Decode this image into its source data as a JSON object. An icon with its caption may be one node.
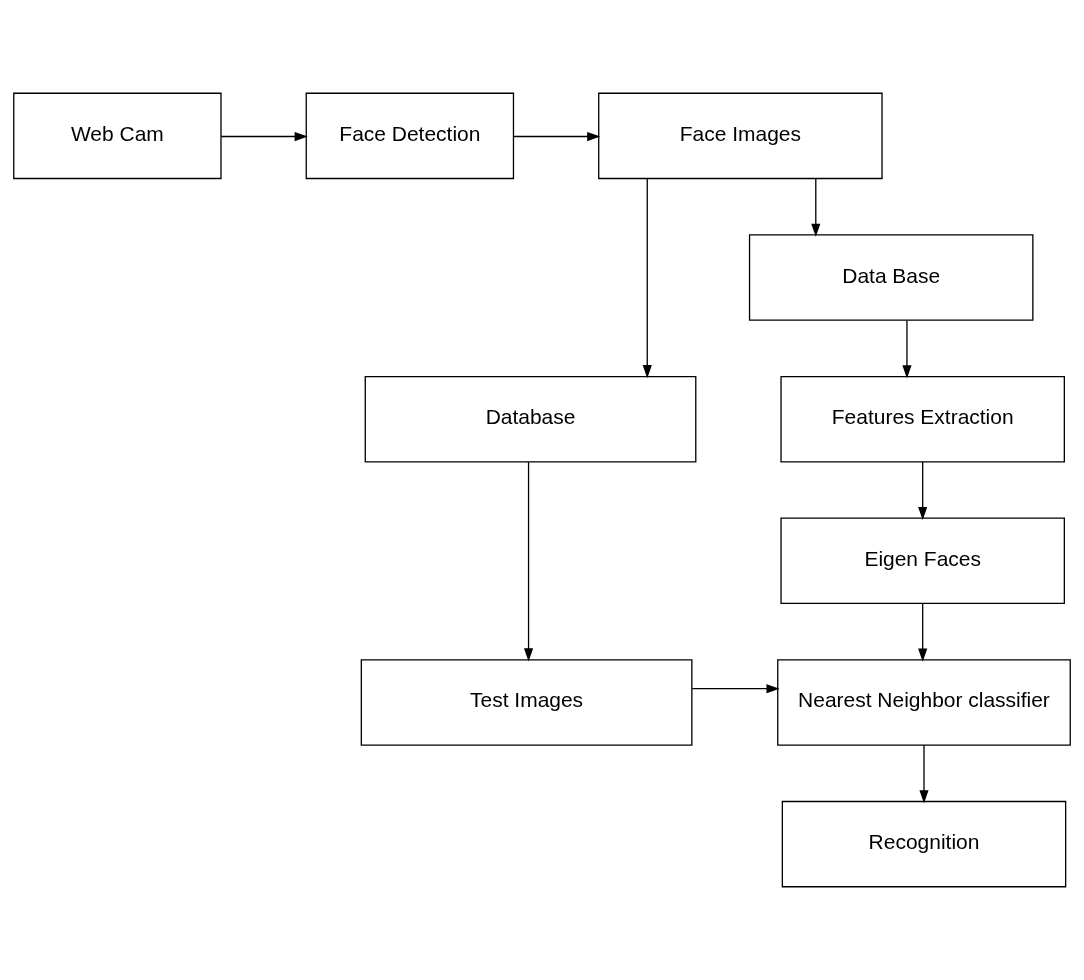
{
  "diagram": {
    "nodes": [
      {
        "text": [
          "Web Cam"
        ]
      },
      {
        "text": [
          "Face Detection"
        ]
      },
      {
        "text": [
          "Face Images"
        ]
      },
      {
        "text": [
          "Data Base"
        ]
      },
      {
        "text": [
          "Database"
        ]
      },
      {
        "text": [
          "Features Extraction"
        ]
      },
      {
        "text": [
          "Eigen Faces"
        ]
      },
      {
        "text": [
          "Test Images"
        ]
      },
      {
        "text": [
          "Nearest Neighbor classifier"
        ]
      },
      {
        "text": [
          "Recognition"
        ]
      }
    ],
    "edges": [
      {
        "from": 0,
        "to": 1,
        "arrow": "to"
      },
      {
        "from": 1,
        "to": 2,
        "arrow": "to"
      },
      {
        "from": 2,
        "to": 3,
        "arrow": "to"
      },
      {
        "from": 2,
        "to": 4,
        "arrow": "to"
      },
      {
        "from": 3,
        "to": 5,
        "arrow": "to"
      },
      {
        "from": 5,
        "to": 6,
        "arrow": "to"
      },
      {
        "from": 6,
        "to": 8,
        "arrow": "to"
      },
      {
        "from": 4,
        "to": 7,
        "arrow": "to"
      },
      {
        "from": 7,
        "to": 8,
        "arrow": "to"
      },
      {
        "from": 8,
        "to": 9,
        "arrow": "to"
      }
    ]
  }
}
